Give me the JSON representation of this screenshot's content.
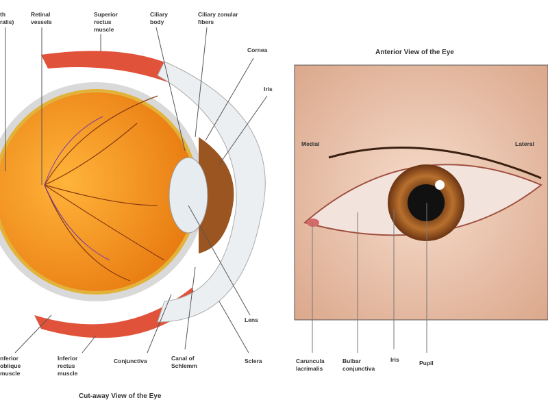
{
  "cutaway": {
    "title": "Cut-away View of the Eye",
    "labels": {
      "fovea_partial": "th\nralis)",
      "retinal_vessels": "Retinal\nvessels",
      "superior_rectus": "Superior\nrectus\nmuscle",
      "ciliary_body": "Ciliary\nbody",
      "ciliary_zonular": "Ciliary zonular\nfibers",
      "cornea": "Cornea",
      "iris": "Iris",
      "lens": "Lens",
      "sclera": "Sclera",
      "canal_schlemm": "Canal of\nSchlemm",
      "conjunctiva": "Conjunctiva",
      "inferior_rectus": "Inferior\nrectus\nmuscle",
      "inferior_oblique": "nferior\noblique\nmuscle"
    }
  },
  "anterior": {
    "title": "Anterior View of the Eye",
    "labels": {
      "medial": "Medial",
      "lateral": "Lateral",
      "caruncula": "Caruncula\nlacrimalis",
      "bulbar": "Bulbar\nconjunctiva",
      "iris": "Iris",
      "pupil": "Pupil"
    }
  },
  "colors": {
    "retina": "#f29a1a",
    "muscle": "#e0523a",
    "iris": "#a85a1e",
    "skin": "#eec2a8"
  }
}
